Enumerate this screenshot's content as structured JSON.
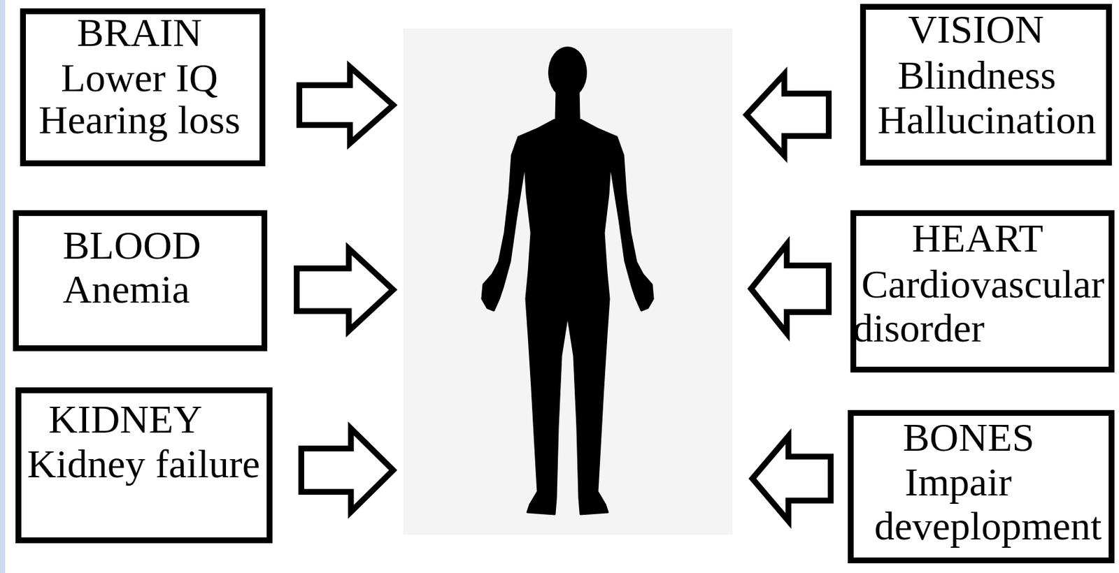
{
  "diagram": {
    "nodes": [
      {
        "text": [
          "BRAIN",
          "Lower IQ",
          "Hearing loss"
        ]
      },
      {
        "text": [
          "VISION",
          "Blindness",
          "Hallucination"
        ]
      },
      {
        "text": [
          "BLOOD",
          "Anemia"
        ]
      },
      {
        "text": [
          "HEART",
          "Cardiovascular disorder"
        ]
      },
      {
        "text": [
          "KIDNEY",
          "Kidney failure"
        ]
      },
      {
        "text": [
          "BONES",
          "Impair deveplopment"
        ]
      }
    ]
  }
}
